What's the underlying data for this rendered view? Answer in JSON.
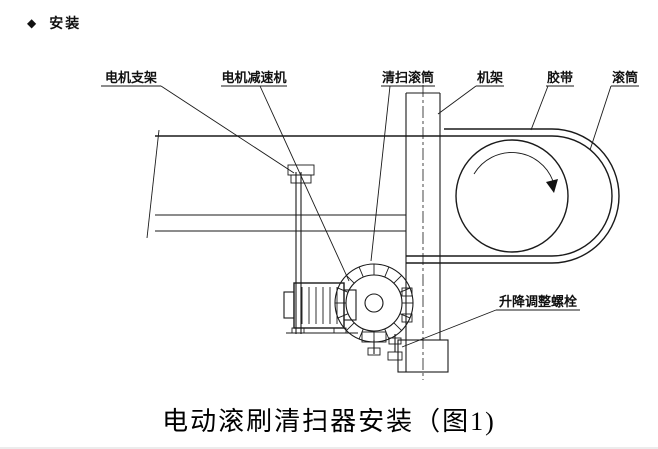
{
  "header": {
    "bullet": "◆",
    "title": "安装"
  },
  "diagram": {
    "labels": {
      "motor_bracket": "电机支架",
      "motor_reducer": "电机减速机",
      "cleaning_drum": "清扫滚筒",
      "frame": "机架",
      "belt": "胶带",
      "drum": "滚筒",
      "lift_adjust_bolt": "升降调整螺栓"
    }
  },
  "caption": "电动滚刷清扫器安装（图1)"
}
